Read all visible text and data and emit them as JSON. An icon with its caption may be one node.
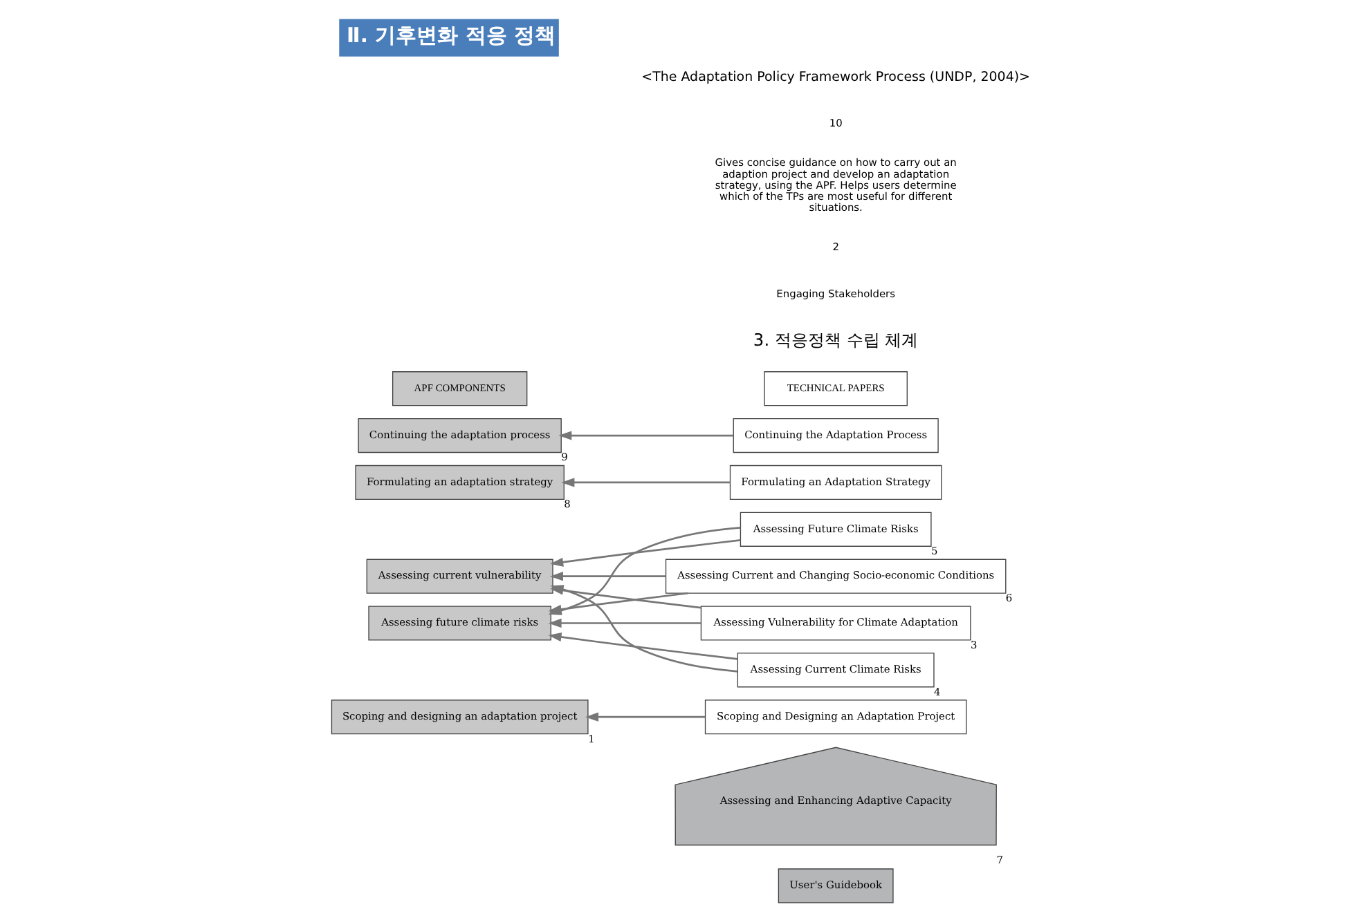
{
  "diagram": {
    "title": "Ⅱ. 기후변화 적응 정책",
    "caption": "<The Adaptation Policy Framework Process (UNDP, 2004)>",
    "nodes": [
      {
        "text": [
          "APF COMPONENTS"
        ]
      },
      {
        "text": [
          "TECHNICAL PAPERS"
        ]
      },
      {
        "text": [
          "Continuing the adaptation process"
        ],
        "beside": [
          "9"
        ]
      },
      {
        "text": [
          "Formulating an adaptation strategy"
        ],
        "beside": [
          "8"
        ]
      },
      {
        "text": [
          "Assessing future climate risks"
        ]
      },
      {
        "text": [
          "Assessing current vulnerability"
        ]
      },
      {
        "text": [
          "Scoping and designing an adaptation project"
        ],
        "beside": [
          "1"
        ]
      },
      {
        "text": [
          "Continuing the Adaptation Process"
        ]
      },
      {
        "text": [
          "Formulating an Adaptation Strategy"
        ]
      },
      {
        "text": [
          "Assessing Current and Changing Socio-economic Conditions"
        ],
        "beside": [
          "6"
        ]
      },
      {
        "text": [
          "Assessing Future Climate Risks"
        ],
        "beside": [
          "5"
        ]
      },
      {
        "text": [
          "Assessing Current Climate Risks"
        ],
        "beside": [
          "4"
        ]
      },
      {
        "text": [
          "Assessing Vulnerability for Climate Adaptation"
        ],
        "beside": [
          "3"
        ]
      },
      {
        "text": [
          "Scoping and Designing an Adaptation Project"
        ]
      },
      {
        "text": [
          "Assessing and Enhancing Adaptive Capacity"
        ],
        "beside": [
          "7"
        ]
      },
      {
        "text": [
          "User's Guidebook"
        ]
      }
    ],
    "edges": [
      {
        "from": 7,
        "to": 2,
        "arrow": "to"
      },
      {
        "from": 8,
        "to": 3,
        "arrow": "to"
      },
      {
        "from": 9,
        "to": 4,
        "arrow": "to"
      },
      {
        "from": 9,
        "to": 5,
        "arrow": "to"
      },
      {
        "from": 10,
        "to": 4,
        "arrow": "to"
      },
      {
        "from": 10,
        "to": 5,
        "arrow": "to"
      },
      {
        "from": 11,
        "to": 4,
        "arrow": "to"
      },
      {
        "from": 11,
        "to": 5,
        "arrow": "to"
      },
      {
        "from": 12,
        "to": 4,
        "arrow": "to"
      },
      {
        "from": 12,
        "to": 5,
        "arrow": "to"
      },
      {
        "from": 13,
        "to": 6,
        "arrow": "to"
      }
    ],
    "labels": [
      "3. 적응정책 수립 체계",
      "Engaging Stakeholders",
      "2",
      "Gives concise guidance on how to carry out an adaption project and develop an adaptation strategy, using the APF. Helps users determine which of the TPs are most useful for different situations.",
      "10"
    ]
  }
}
